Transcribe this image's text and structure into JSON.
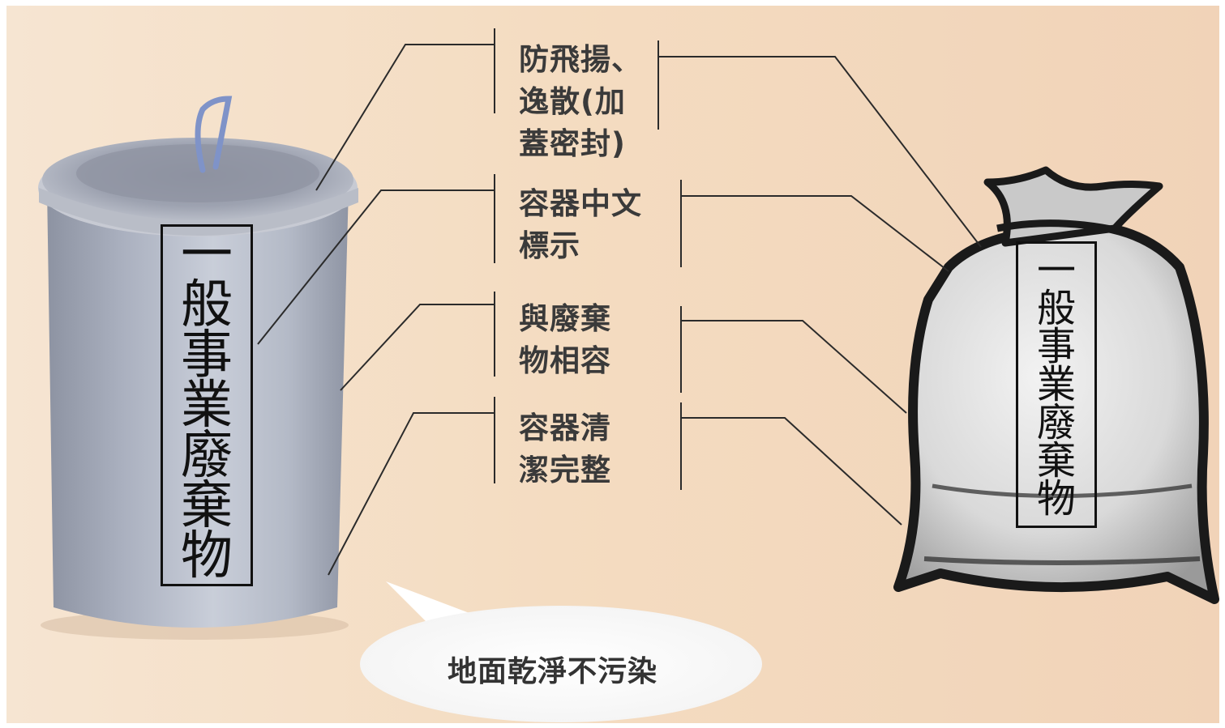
{
  "requirements": [
    {
      "lines": [
        "防飛揚、",
        "逸散(加",
        "蓋密封)"
      ]
    },
    {
      "lines": [
        "容器中文",
        "標示"
      ]
    },
    {
      "lines": [
        "與廢棄",
        "物相容"
      ]
    },
    {
      "lines": [
        "容器清",
        "潔完整"
      ]
    }
  ],
  "can_label": [
    "一",
    "般",
    "事",
    "業",
    "廢",
    "棄",
    "物"
  ],
  "bag_label": [
    "一",
    "般",
    "事",
    "業",
    "廢",
    "棄",
    "物"
  ],
  "bubble_text": "地面乾淨不污染",
  "icons": {
    "left": "trash-can-icon",
    "right": "garbage-bag-icon",
    "callout": "speech-bubble"
  },
  "colors": {
    "background": "#f4dcc1",
    "can": "#a9b0c0",
    "bag_outline": "#1a1a1a",
    "text": "#3a3a3a"
  }
}
